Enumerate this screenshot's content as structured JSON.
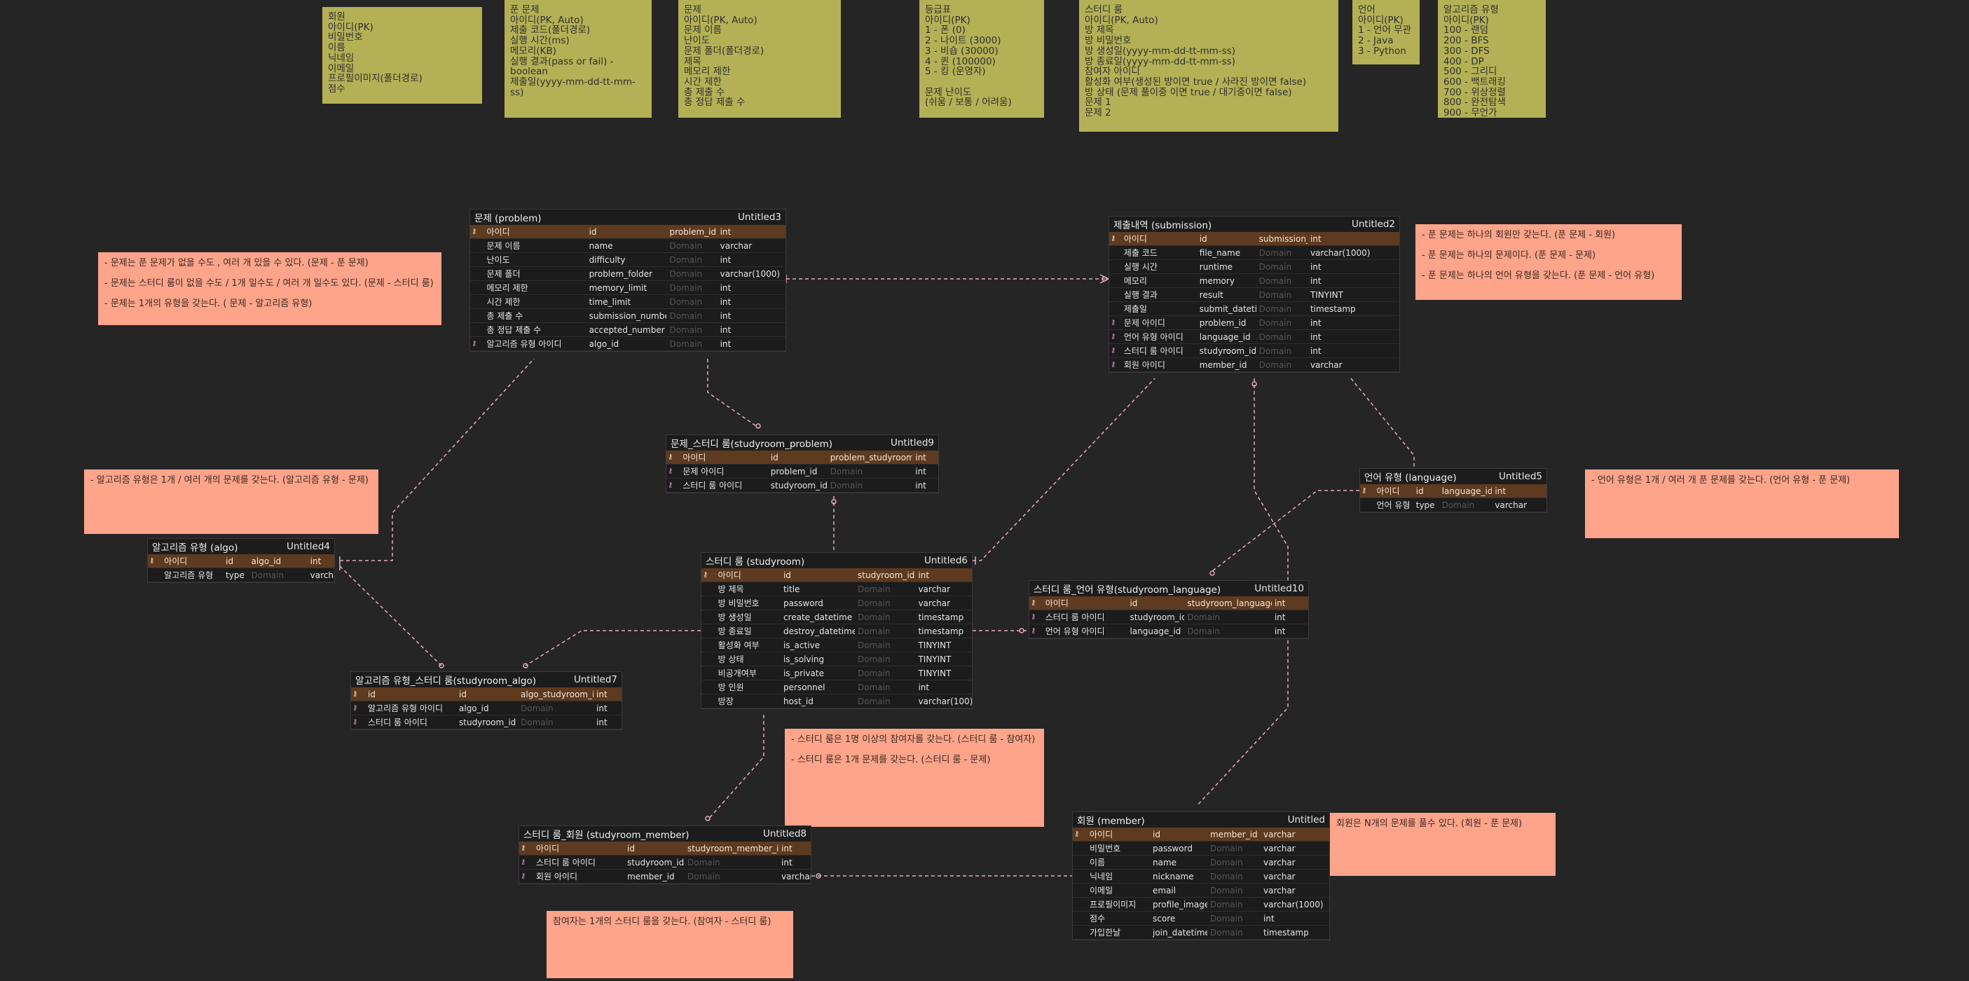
{
  "colors": {
    "canvas": "#252525",
    "note": "#b4b055",
    "memo": "#fda48b",
    "pk_row": "#5e3a20",
    "line": "#e8a8c0"
  },
  "notes": [
    {
      "id": "member",
      "text": "회원\n아이디(PK)\n비밀번호\n이름\n닉네임\n이메일\n프로필이미지(폴더경로)\n점수"
    },
    {
      "id": "solve",
      "text": "푼 문제\n아이디(PK, Auto)\n제출 코드(폴더경로)\n실행 시간(ms)\n메모리(KB)\n실행 결과(pass or fail) - boolean\n제출일(yyyy-mm-dd-tt-mm-ss)"
    },
    {
      "id": "problem",
      "text": "문제\n아이디(PK, Auto)\n문제 이름\n난이도\n문제 폴더(폴더경로)\n제목\n메모리 제한\n시간 제한\n총 제출 수\n총 정답 제출 수"
    },
    {
      "id": "grade",
      "text": "등급표\n아이디(PK)\n1 - 폰 (0)\n2 - 나이트 (3000)\n3 - 비숍 (30000)\n4 - 퀸 (100000)\n5 - 킹 (운영자)\n\n문제 난이도\n(쉬움 / 보통 / 어려움)"
    },
    {
      "id": "room",
      "text": "스터디 룸\n아이디(PK, Auto)\n방 제목\n방 비밀번호\n방 생성일(yyyy-mm-dd-tt-mm-ss)\n방 종료일(yyyy-mm-dd-tt-mm-ss)\n참여자 아이디\n활성화 여부(생성된 방이면 true / 사라진 방이면 false)\n방 상태 (문제 풀이중 이면 true / 대기중이면 false)\n문제 1\n문제 2"
    },
    {
      "id": "lang",
      "text": "언어\n아이디(PK)\n1 - 언어 무관\n2 - Java\n3 - Python"
    },
    {
      "id": "algo",
      "text": "알고리즘 유형\n아이디(PK)\n100 - 랜덤\n200 - BFS\n300 - DFS\n400 - DP\n500 - 그리디\n600 - 백트래킹\n700 - 위상정렬\n800 - 완전탐색\n900 - 무언가"
    }
  ],
  "memos": {
    "problem": [
      "- 문제는 푼 문제가 없을 수도 , 여러 개 있을 수 있다. (문제 - 푼 문제)",
      "- 문제는 스터디 룸이 없을 수도 / 1개 일수도 / 여러 개 일수도 있다. (문제 - 스터디 룸)",
      "- 문제는 1개의 유형을 갖는다. ( 문제 - 알고리즘 유형)"
    ],
    "submission": [
      "- 푼 문제는 하나의 회원만 갖는다. (푼 문제 - 회원)",
      "- 푼 문제는 하나의 문제이다. (푼 문제 - 문제)",
      "- 푼 문제는 하나의 언어 유형을 갖는다. (푼 문제 - 언어 유형)"
    ],
    "algo": [
      "- 알고리즘 유형은 1개 / 여러 개의 문제를 갖는다. (알고리즘 유형 - 문제)"
    ],
    "language": [
      "- 언어 유형은 1개 / 여러 개 푼 문제를 갖는다. (언어 유형 - 푼 문제)"
    ],
    "studyroom": [
      "- 스터디 룸은 1명 이상의 참여자를 갖는다. (스터디 룸 - 참여자)",
      "- 스터디 룸은 1개 문제를 갖는다. (스터디 룸 - 문제)"
    ],
    "member": [
      "회원은 N개의 문제를 풀수 있다. (회원 - 푼 문제)"
    ],
    "participant": [
      "참여자는 1개의 스터디 룸을 갖는다. (참여자 - 스터디 룸)"
    ]
  },
  "entities": {
    "problem": {
      "title": "문제 (problem)",
      "tag": "Untitled3",
      "rows": [
        {
          "key": "pk",
          "name": "아이디",
          "col": "id",
          "domain": "problem_id",
          "type": "int"
        },
        {
          "key": "",
          "name": "문제 이름",
          "col": "name",
          "domain": "Domain",
          "type": "varchar"
        },
        {
          "key": "",
          "name": "난이도",
          "col": "difficulty",
          "domain": "Domain",
          "type": "int"
        },
        {
          "key": "",
          "name": "문제 폴더",
          "col": "problem_folder",
          "domain": "Domain",
          "type": "varchar(1000)"
        },
        {
          "key": "",
          "name": "메모리 제한",
          "col": "memory_limit",
          "domain": "Domain",
          "type": "int"
        },
        {
          "key": "",
          "name": "시간 제한",
          "col": "time_limit",
          "domain": "Domain",
          "type": "int"
        },
        {
          "key": "",
          "name": "총 제출 수",
          "col": "submission_number",
          "domain": "Domain",
          "type": "int"
        },
        {
          "key": "",
          "name": "총 정답 제출 수",
          "col": "accepted_number",
          "domain": "Domain",
          "type": "int"
        },
        {
          "key": "fk",
          "name": "알고리즘 유형 아이디",
          "col": "algo_id",
          "domain": "Domain",
          "type": "int"
        }
      ]
    },
    "submission": {
      "title": "제출내역 (submission)",
      "tag": "Untitled2",
      "rows": [
        {
          "key": "pk",
          "name": "아이디",
          "col": "id",
          "domain": "submission_id",
          "type": "int"
        },
        {
          "key": "",
          "name": "제출 코드",
          "col": "file_name",
          "domain": "Domain",
          "type": "varchar(1000)"
        },
        {
          "key": "",
          "name": "실행 시간",
          "col": "runtime",
          "domain": "Domain",
          "type": "int"
        },
        {
          "key": "",
          "name": "메모리",
          "col": "memory",
          "domain": "Domain",
          "type": "int"
        },
        {
          "key": "",
          "name": "실행 결과",
          "col": "result",
          "domain": "Domain",
          "type": "TINYINT"
        },
        {
          "key": "",
          "name": "제출일",
          "col": "submit_datetime",
          "domain": "Domain",
          "type": "timestamp"
        },
        {
          "key": "fk",
          "name": "문제 아이디",
          "col": "problem_id",
          "domain": "Domain",
          "type": "int"
        },
        {
          "key": "fk",
          "name": "언어 유형 아이디",
          "col": "language_id",
          "domain": "Domain",
          "type": "int"
        },
        {
          "key": "fk",
          "name": "스터디 룸 아이디",
          "col": "studyroom_id",
          "domain": "Domain",
          "type": "int"
        },
        {
          "key": "fk",
          "name": "회원 아이디",
          "col": "member_id",
          "domain": "Domain",
          "type": "varchar"
        }
      ]
    },
    "studyroom_problem": {
      "title": "문제_스터디 룸(studyroom_problem)",
      "tag": "Untitled9",
      "rows": [
        {
          "key": "pk",
          "name": "아이디",
          "col": "id",
          "domain": "problem_studyroom_id",
          "type": "int"
        },
        {
          "key": "fk",
          "name": "문제 아이디",
          "col": "problem_id",
          "domain": "Domain",
          "type": "int"
        },
        {
          "key": "fk",
          "name": "스터디 룸 아이디",
          "col": "studyroom_id",
          "domain": "Domain",
          "type": "int"
        }
      ]
    },
    "algo": {
      "title": "알고리즘 유형 (algo)",
      "tag": "Untitled4",
      "rows": [
        {
          "key": "pk",
          "name": "아이디",
          "col": "id",
          "domain": "algo_id",
          "type": "int"
        },
        {
          "key": "",
          "name": "알고리즘 유형",
          "col": "type",
          "domain": "Domain",
          "type": "varchar"
        }
      ]
    },
    "language": {
      "title": "언어 유형 (language)",
      "tag": "Untitled5",
      "rows": [
        {
          "key": "pk",
          "name": "아이디",
          "col": "id",
          "domain": "language_id",
          "type": "int"
        },
        {
          "key": "",
          "name": "언어 유형",
          "col": "type",
          "domain": "Domain",
          "type": "varchar"
        }
      ]
    },
    "studyroom": {
      "title": "스터디 룸 (studyroom)",
      "tag": "Untitled6",
      "rows": [
        {
          "key": "pk",
          "name": "아이디",
          "col": "id",
          "domain": "studyroom_id",
          "type": "int"
        },
        {
          "key": "",
          "name": "방 제목",
          "col": "title",
          "domain": "Domain",
          "type": "varchar"
        },
        {
          "key": "",
          "name": "방 비밀번호",
          "col": "password",
          "domain": "Domain",
          "type": "varchar"
        },
        {
          "key": "",
          "name": "방 생성일",
          "col": "create_datetime",
          "domain": "Domain",
          "type": "timestamp"
        },
        {
          "key": "",
          "name": "방 종료일",
          "col": "destroy_datetime",
          "domain": "Domain",
          "type": "timestamp"
        },
        {
          "key": "",
          "name": "활성화 여부",
          "col": "is_active",
          "domain": "Domain",
          "type": "TINYINT"
        },
        {
          "key": "",
          "name": "방 상태",
          "col": "is_solving",
          "domain": "Domain",
          "type": "TINYINT"
        },
        {
          "key": "",
          "name": "비공개여부",
          "col": "is_private",
          "domain": "Domain",
          "type": "TINYINT"
        },
        {
          "key": "",
          "name": "방 인원",
          "col": "personnel",
          "domain": "Domain",
          "type": "int"
        },
        {
          "key": "",
          "name": "방장",
          "col": "host_id",
          "domain": "Domain",
          "type": "varchar(100)"
        }
      ]
    },
    "studyroom_language": {
      "title": "스터디 룸_언어 유형(studyroom_language)",
      "tag": "Untitled10",
      "rows": [
        {
          "key": "pk",
          "name": "아이디",
          "col": "id",
          "domain": "studyroom_language_id",
          "type": "int"
        },
        {
          "key": "fk",
          "name": "스터디 룸 아이디",
          "col": "studyroom_id",
          "domain": "Domain",
          "type": "int"
        },
        {
          "key": "fk",
          "name": "언어 유형 아이디",
          "col": "language_id",
          "domain": "Domain",
          "type": "int"
        }
      ]
    },
    "studyroom_algo": {
      "title": "알고리즘 유형_스터디 룸(studyroom_algo)",
      "tag": "Untitled7",
      "rows": [
        {
          "key": "pk",
          "name": "id",
          "col": "id",
          "domain": "algo_studyroom_id",
          "type": "int"
        },
        {
          "key": "fk",
          "name": "알고리즘 유형 아이디",
          "col": "algo_id",
          "domain": "Domain",
          "type": "int"
        },
        {
          "key": "fk",
          "name": "스터디 룸 아이디",
          "col": "studyroom_id",
          "domain": "Domain",
          "type": "int"
        }
      ]
    },
    "studyroom_member": {
      "title": "스터디 룸_회원 (studyroom_member)",
      "tag": "Untitled8",
      "rows": [
        {
          "key": "pk",
          "name": "아이디",
          "col": "id",
          "domain": "studyroom_member_id",
          "type": "int"
        },
        {
          "key": "fk",
          "name": "스터디 룸 아이디",
          "col": "studyroom_id",
          "domain": "Domain",
          "type": "int"
        },
        {
          "key": "fk",
          "name": "회원 아이디",
          "col": "member_id",
          "domain": "Domain",
          "type": "varchar"
        }
      ]
    },
    "member": {
      "title": "회원 (member)",
      "tag": "Untitled",
      "rows": [
        {
          "key": "pk",
          "name": "아이디",
          "col": "id",
          "domain": "member_id",
          "type": "varchar"
        },
        {
          "key": "",
          "name": "비밀번호",
          "col": "password",
          "domain": "Domain",
          "type": "varchar"
        },
        {
          "key": "",
          "name": "이름",
          "col": "name",
          "domain": "Domain",
          "type": "varchar"
        },
        {
          "key": "",
          "name": "닉네임",
          "col": "nickname",
          "domain": "Domain",
          "type": "varchar"
        },
        {
          "key": "",
          "name": "이메일",
          "col": "email",
          "domain": "Domain",
          "type": "varchar"
        },
        {
          "key": "",
          "name": "프로필이미지",
          "col": "profile_image",
          "domain": "Domain",
          "type": "varchar(1000)"
        },
        {
          "key": "",
          "name": "점수",
          "col": "score",
          "domain": "Domain",
          "type": "int"
        },
        {
          "key": "",
          "name": "가입한날",
          "col": "join_datetime",
          "domain": "Domain",
          "type": "timestamp"
        }
      ]
    }
  }
}
